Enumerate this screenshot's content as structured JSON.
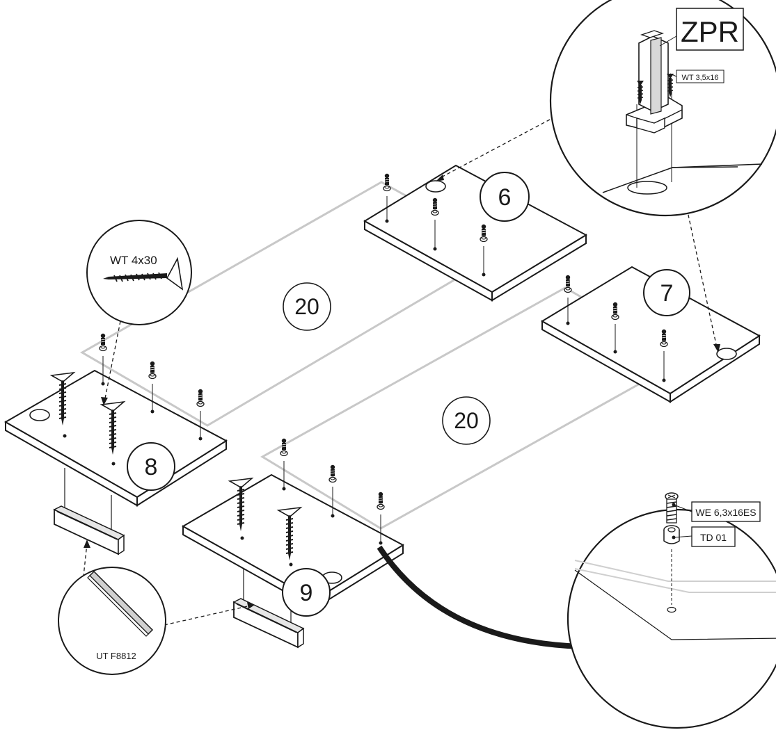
{
  "steps": {
    "panel_6": "6",
    "panel_7": "7",
    "panel_8": "8",
    "panel_9": "9"
  },
  "quantities": {
    "upper": "20",
    "lower": "20"
  },
  "parts": {
    "zpr": "ZPR",
    "wt_3_5x16": "WT 3,5x16",
    "wt_4x30": "WT 4x30",
    "ut_f8812": "UT F8812",
    "we_6_3x16es": "WE 6,3x16ES",
    "td_01": "TD 01"
  },
  "colors": {
    "ink": "#1a1a1a",
    "guide_line": "#c8c8c8",
    "panel_fill": "#ffffff"
  }
}
